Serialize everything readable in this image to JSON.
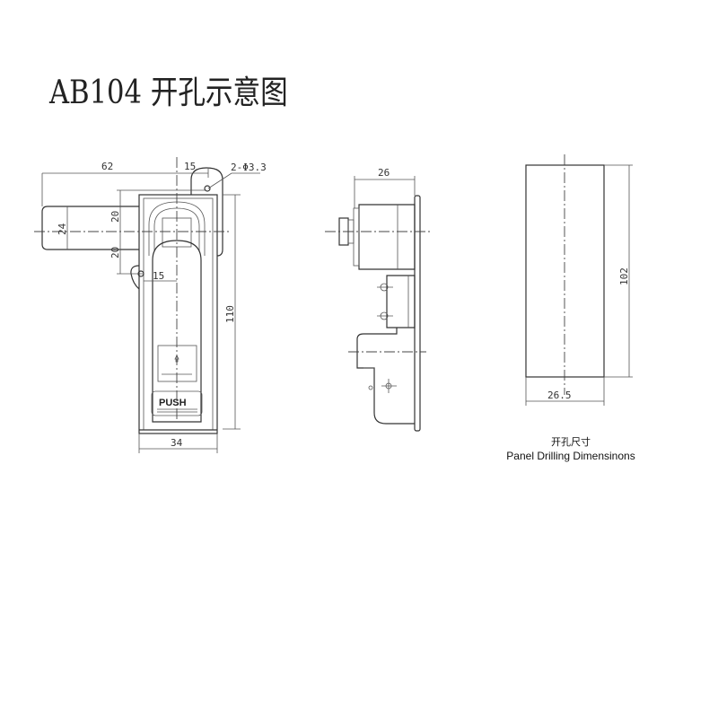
{
  "title": "AB104 开孔示意图",
  "front_view": {
    "dim_62": "62",
    "dim_15_top": "15",
    "hole_spec": "2-Φ3.3",
    "dim_24": "24",
    "dim_20_upper": "20",
    "dim_20_lower": "20",
    "dim_15_hole": "15",
    "dim_110": "110",
    "dim_34": "34",
    "push_label": "PUSH"
  },
  "side_view": {
    "dim_26": "26"
  },
  "cutout_view": {
    "dim_102": "102",
    "dim_26_5": "26.5",
    "caption_cn": "开孔尺寸",
    "caption_en": "Panel Drilling Dimensinons"
  }
}
